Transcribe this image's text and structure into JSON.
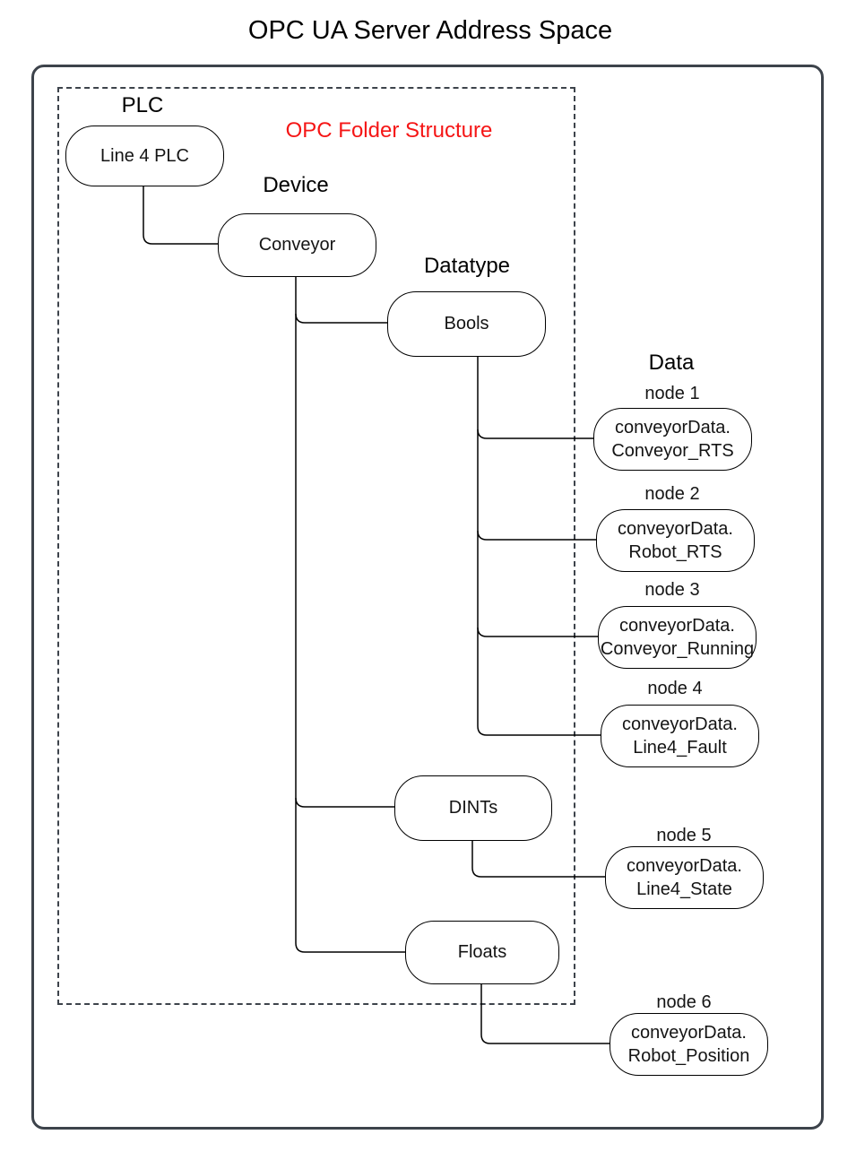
{
  "title": "OPC UA Server Address Space",
  "overlay": {
    "label": "OPC Folder Structure",
    "color": "#f51616"
  },
  "columns": {
    "plc": "PLC",
    "device": "Device",
    "datatype": "Datatype",
    "data": "Data"
  },
  "folders": {
    "plc_node": "Line 4 PLC",
    "device_node": "Conveyor",
    "datatype_nodes": [
      "Bools",
      "DINTs",
      "Floats"
    ]
  },
  "data_nodes": [
    {
      "label": "node 1",
      "line1": "conveyorData.",
      "line2": "Conveyor_RTS"
    },
    {
      "label": "node 2",
      "line1": "conveyorData.",
      "line2": "Robot_RTS"
    },
    {
      "label": "node 3",
      "line1": "conveyorData.",
      "line2": "Conveyor_Running"
    },
    {
      "label": "node 4",
      "line1": "conveyorData.",
      "line2": "Line4_Fault"
    },
    {
      "label": "node 5",
      "line1": "conveyorData.",
      "line2": "Line4_State"
    },
    {
      "label": "node 6",
      "line1": "conveyorData.",
      "line2": "Robot_Position"
    }
  ]
}
